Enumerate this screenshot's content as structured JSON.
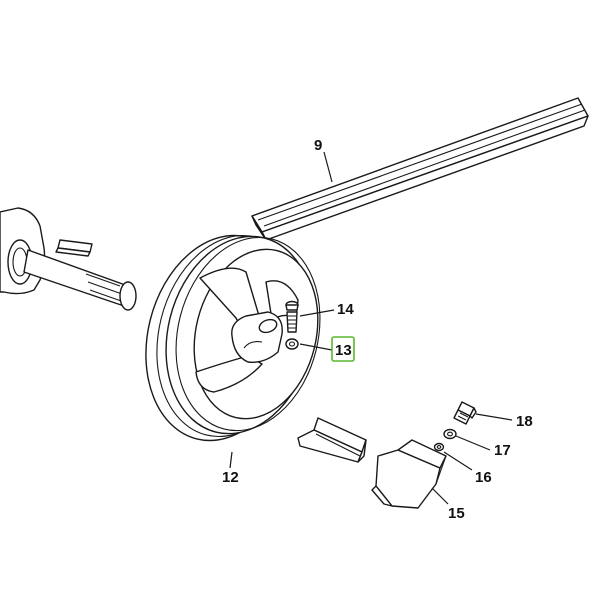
{
  "callouts": {
    "belt": "9",
    "pulley": "12",
    "nut": "13",
    "bolt": "14",
    "guard": "15",
    "washer_small": "16",
    "washer_large": "17",
    "guard_bolt": "18"
  },
  "colors": {
    "highlight": "#5cb82e",
    "line": "#1a1a1a"
  }
}
